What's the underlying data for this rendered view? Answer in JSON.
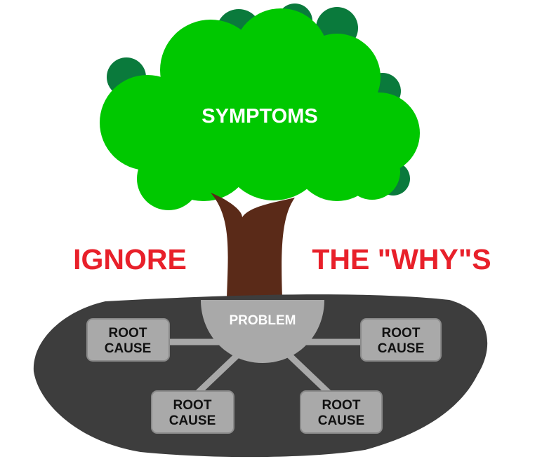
{
  "canopy_label": "SYMPTOMS",
  "left_label": "IGNORE",
  "right_label": "THE \"WHY\"S",
  "center_label": "PROBLEM",
  "root_causes": [
    {
      "line1": "ROOT",
      "line2": "CAUSE"
    },
    {
      "line1": "ROOT",
      "line2": "CAUSE"
    },
    {
      "line1": "ROOT",
      "line2": "CAUSE"
    },
    {
      "line1": "ROOT",
      "line2": "CAUSE"
    }
  ],
  "colors": {
    "canopy_light": "#00c800",
    "canopy_dark": "#0a7a3c",
    "trunk": "#5a2a18",
    "ground": "#3d3d3d",
    "box_fill": "#a9a9a9",
    "connector": "#a9a9a9",
    "accent_text": "#e8202a",
    "label_text": "#ffffff",
    "box_text": "#111111"
  }
}
